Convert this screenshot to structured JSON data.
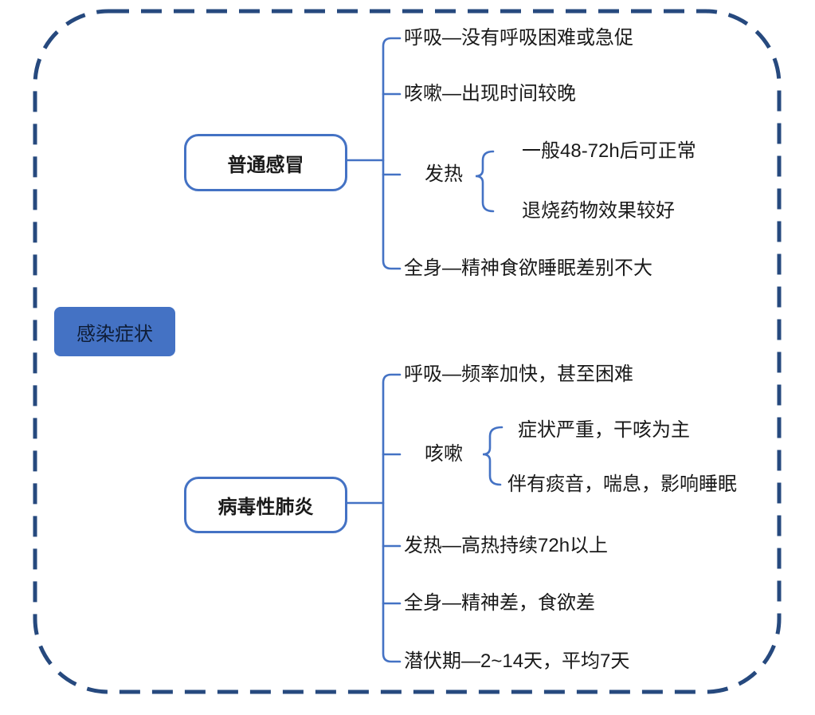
{
  "colors": {
    "accent": "#4472c4",
    "border": "#26497e",
    "text": "#1a1a1a",
    "root_text": "#0f1d36"
  },
  "mindmap": {
    "root": {
      "label": "感染症状"
    },
    "branches": [
      {
        "label": "普通感冒",
        "rows": [
          {
            "label": "呼吸—没有呼吸困难或急促"
          },
          {
            "label": "咳嗽—出现时间较晚"
          },
          {
            "label": "发热",
            "children": [
              "一般48-72h后可正常",
              "退烧药物效果较好"
            ]
          },
          {
            "label": "全身—精神食欲睡眠差别不大"
          }
        ]
      },
      {
        "label": "病毒性肺炎",
        "rows": [
          {
            "label": "呼吸—频率加快，甚至困难"
          },
          {
            "label": "咳嗽",
            "children": [
              "症状严重，干咳为主",
              "伴有痰音，喘息，影响睡眠"
            ]
          },
          {
            "label": "发热—高热持续72h以上"
          },
          {
            "label": "全身—精神差，食欲差"
          },
          {
            "label": "潜伏期—2~14天，平均7天"
          }
        ]
      }
    ]
  }
}
